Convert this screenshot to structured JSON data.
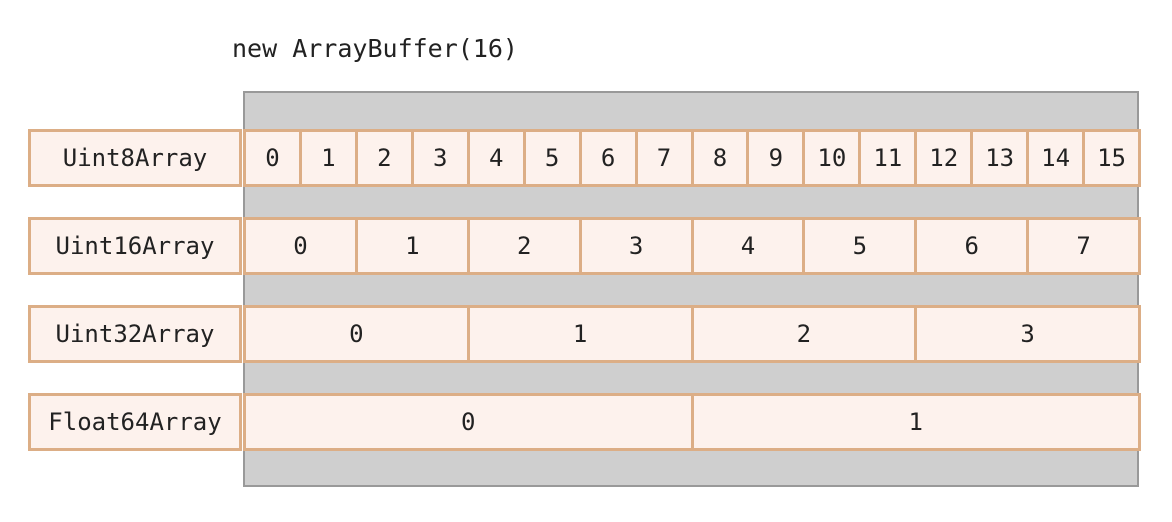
{
  "title": "new ArrayBuffer(16)",
  "colors": {
    "cell_border": "#dcae86",
    "cell_fill": "#fdf2ed",
    "buffer_fill": "#cfcfcf",
    "buffer_border": "#999999"
  },
  "rows": [
    {
      "label": "Uint8Array",
      "cells": [
        "0",
        "1",
        "2",
        "3",
        "4",
        "5",
        "6",
        "7",
        "8",
        "9",
        "10",
        "11",
        "12",
        "13",
        "14",
        "15"
      ]
    },
    {
      "label": "Uint16Array",
      "cells": [
        "0",
        "1",
        "2",
        "3",
        "4",
        "5",
        "6",
        "7"
      ]
    },
    {
      "label": "Uint32Array",
      "cells": [
        "0",
        "1",
        "2",
        "3"
      ]
    },
    {
      "label": "Float64Array",
      "cells": [
        "0",
        "1"
      ]
    }
  ]
}
